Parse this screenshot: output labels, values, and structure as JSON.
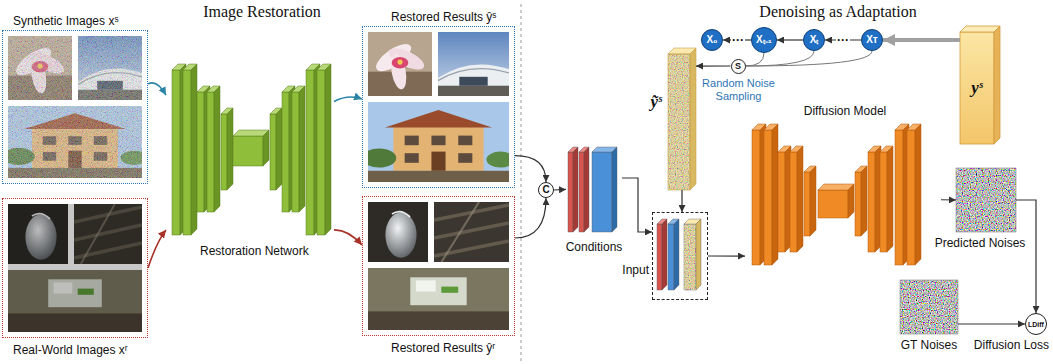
{
  "diagram": {
    "nodes": [
      {
        "text": [
          "Synthetic Images xˢ"
        ]
      },
      {
        "text": [
          "Real-World Images xʳ"
        ]
      },
      {
        "text": [
          "Restoration Network"
        ]
      },
      {
        "text": [
          "Restored Results ŷˢ"
        ]
      },
      {
        "text": [
          "Restored Results ŷʳ"
        ]
      },
      {
        "text": [
          "C"
        ]
      },
      {
        "text": [
          "Conditions"
        ]
      },
      {
        "text": [
          "Input"
        ]
      },
      {
        "text": [
          "ỹˢ"
        ]
      },
      {
        "text": [
          "X₀"
        ]
      },
      {
        "text": [
          "Xₜ₋₁"
        ]
      },
      {
        "text": [
          "Xₜ"
        ]
      },
      {
        "text": [
          "Xᴛ"
        ]
      },
      {
        "text": [
          "yˢ"
        ]
      },
      {
        "text": [
          "S",
          "Random Noise Sampling"
        ]
      },
      {
        "text": [
          "Diffusion Model"
        ]
      },
      {
        "text": [
          "Predicted Noises"
        ]
      },
      {
        "text": [
          "GT Noises"
        ]
      },
      {
        "text": [
          "LDiff"
        ]
      }
    ],
    "edges": [
      {
        "from": 0,
        "to": 2,
        "arrow": "to"
      },
      {
        "from": 1,
        "to": 2,
        "arrow": "to"
      },
      {
        "from": 2,
        "to": 3,
        "arrow": "to"
      },
      {
        "from": 2,
        "to": 4,
        "arrow": "to"
      },
      {
        "from": 3,
        "to": 5,
        "arrow": "to"
      },
      {
        "from": 4,
        "to": 5,
        "arrow": "to"
      },
      {
        "from": 5,
        "to": 6,
        "arrow": "to"
      },
      {
        "from": 6,
        "to": 7,
        "arrow": "to"
      },
      {
        "from": 8,
        "to": 7,
        "arrow": "to"
      },
      {
        "from": 7,
        "to": 15,
        "arrow": "to"
      },
      {
        "from": 15,
        "to": 16,
        "arrow": "to"
      },
      {
        "from": 13,
        "to": 12,
        "arrow": "to"
      },
      {
        "from": 12,
        "to": 11,
        "arrow": "to"
      },
      {
        "from": 11,
        "to": 10,
        "arrow": "to"
      },
      {
        "from": 10,
        "to": 9,
        "arrow": "to"
      },
      {
        "from": 10,
        "to": 14,
        "arrow": "none"
      },
      {
        "from": 11,
        "to": 14,
        "arrow": "none"
      },
      {
        "from": 12,
        "to": 14,
        "arrow": "none"
      },
      {
        "from": 14,
        "to": 8,
        "arrow": "to"
      },
      {
        "from": 16,
        "to": 18,
        "arrow": "to"
      },
      {
        "from": 17,
        "to": 18,
        "arrow": "to"
      }
    ],
    "labels": [
      "Image Restoration",
      "Denoising as Adaptation",
      "···",
      "···",
      "Diffusion Loss"
    ]
  }
}
